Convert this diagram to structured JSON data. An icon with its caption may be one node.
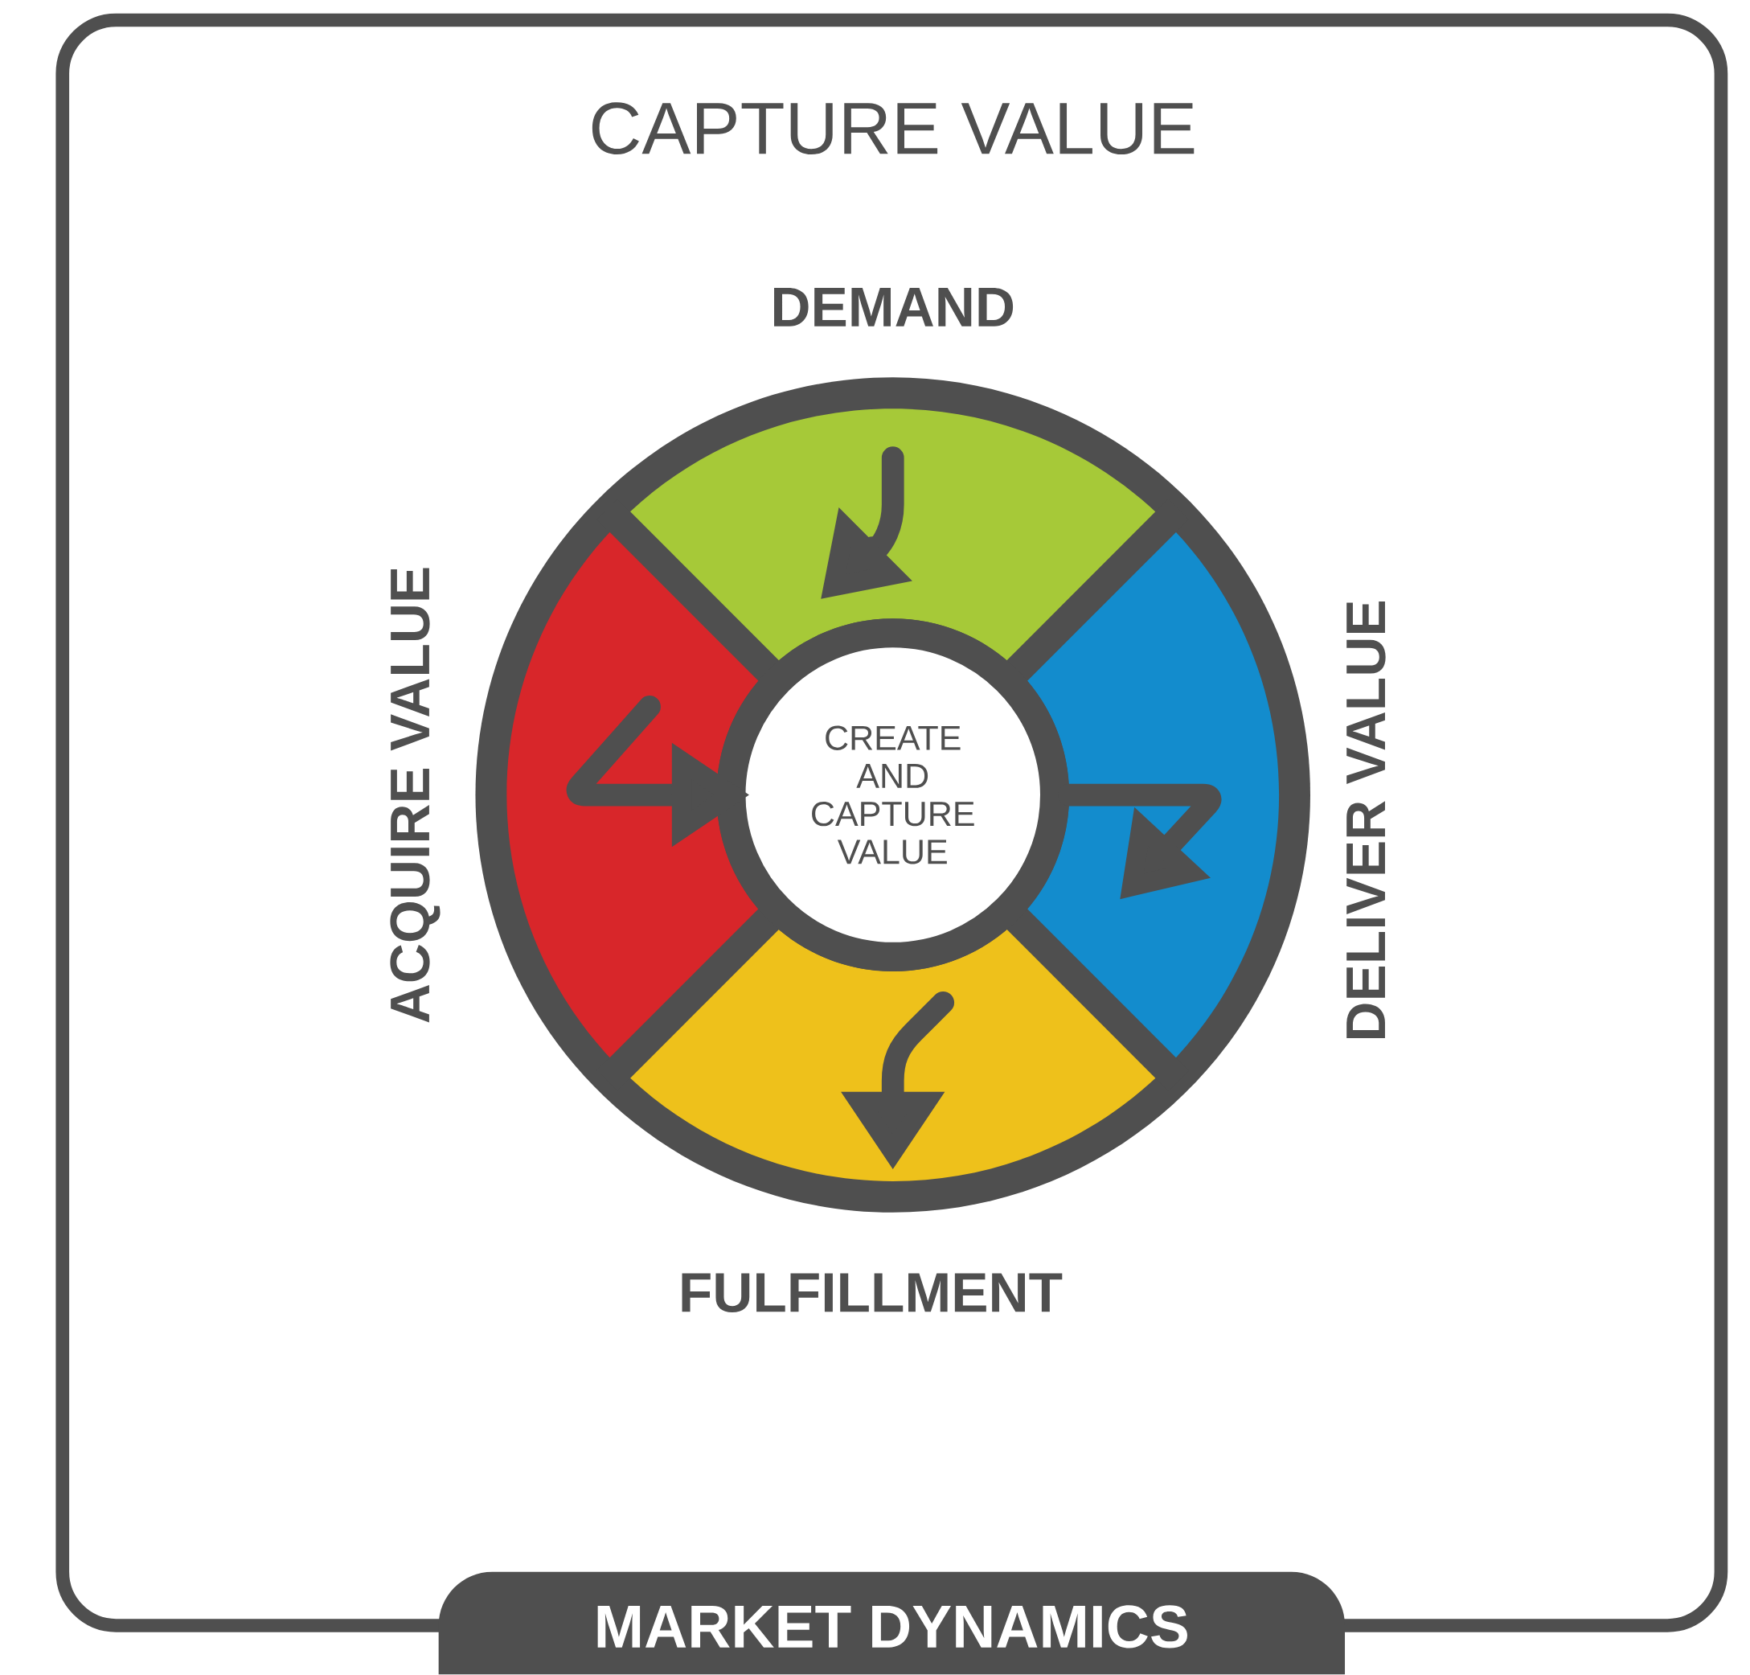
{
  "diagram": {
    "title": "CAPTURE VALUE",
    "nodes": [
      {
        "text": [
          "DEMAND"
        ]
      },
      {
        "text": [
          "ACQUIRE VALUE"
        ]
      },
      {
        "text": [
          "CREATE AND CAPTURE VALUE"
        ]
      },
      {
        "text": [
          "DELIVER VALUE"
        ]
      },
      {
        "text": [
          "FULFILLMENT"
        ]
      },
      {
        "text": [
          "MARKET DYNAMICS"
        ]
      }
    ],
    "edges": [
      {
        "from": 1,
        "to": 2,
        "arrow": "to"
      },
      {
        "from": 2,
        "to": 3,
        "arrow": "to"
      }
    ]
  }
}
